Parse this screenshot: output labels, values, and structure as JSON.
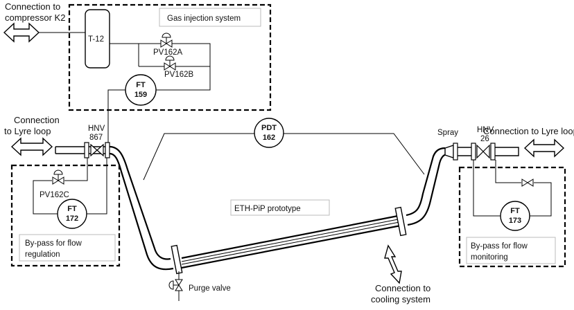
{
  "labels": {
    "compressor": [
      "Connection to",
      "compressor K2"
    ],
    "gas_injection": "Gas injection system",
    "tank": "T-12",
    "pv162a": "PV162A",
    "pv162b": "PV162B",
    "pv162c": "PV162C",
    "ft159": [
      "FT",
      "159"
    ],
    "ft172": [
      "FT",
      "172"
    ],
    "ft173": [
      "FT",
      "173"
    ],
    "pdt162": [
      "PDT",
      "162"
    ],
    "lyre_left": [
      "Connection",
      "to Lyre loop"
    ],
    "lyre_right": "Connection to Lyre loop",
    "hnv867": [
      "HNV",
      "867"
    ],
    "hnv26": [
      "HNV",
      "26"
    ],
    "spray": "Spray",
    "prototype": "ETH-PiP prototype",
    "bypass_left": [
      "By-pass for flow",
      "regulation"
    ],
    "bypass_right": [
      "By-pass for flow",
      "monitoring"
    ],
    "purge": "Purge valve",
    "cooling": [
      "Connection to",
      "cooling system"
    ]
  }
}
